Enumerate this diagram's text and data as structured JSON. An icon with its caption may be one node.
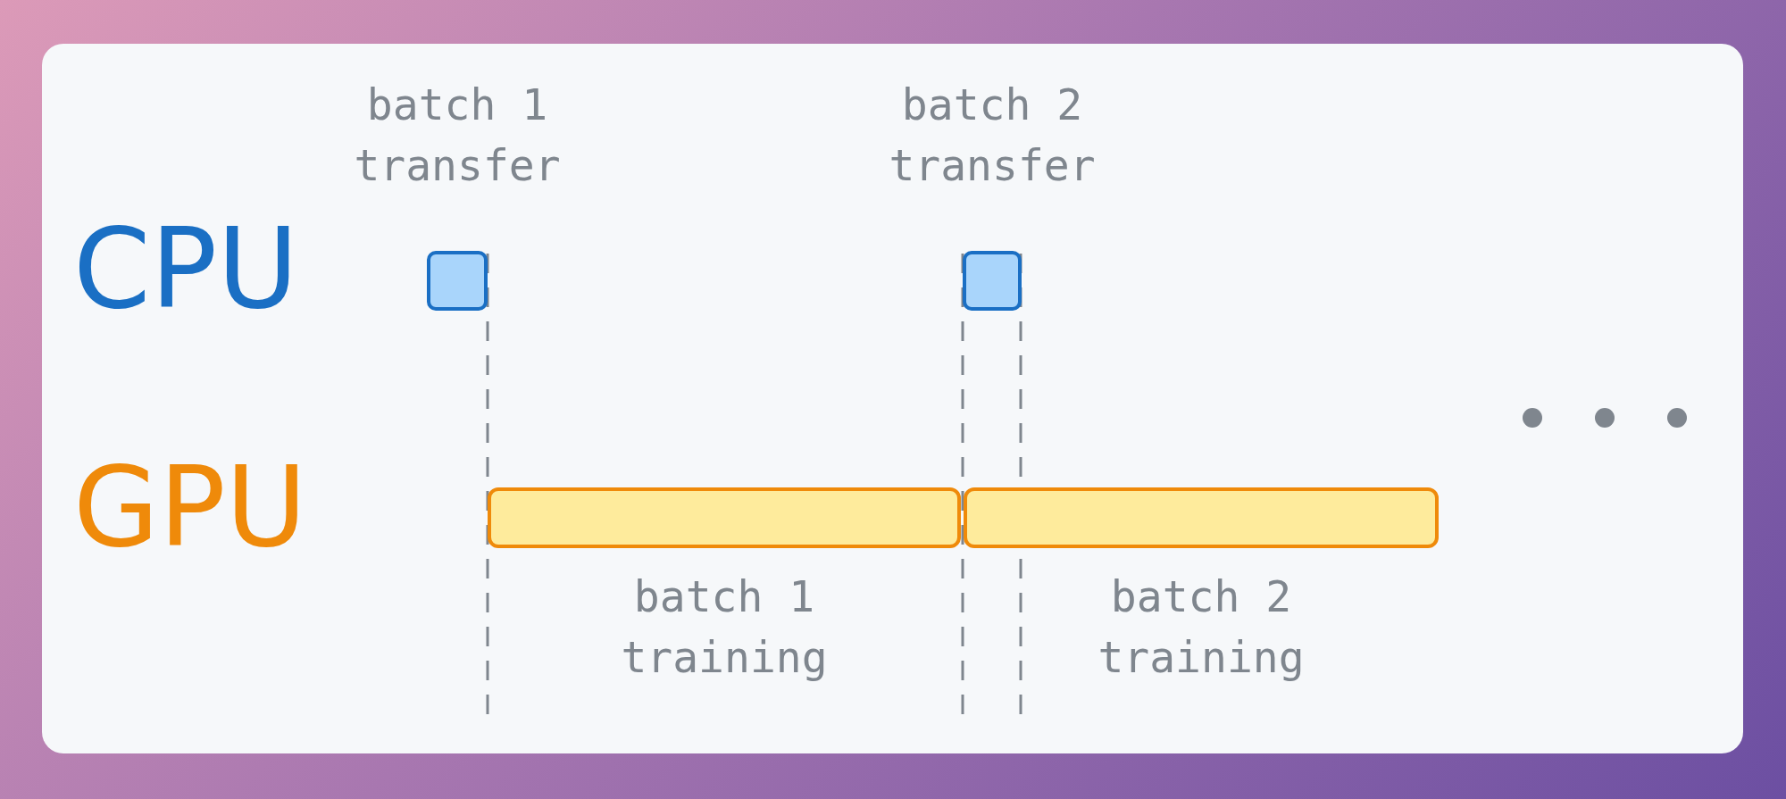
{
  "diagram": {
    "nodes": [
      {
        "text": [
          "batch 1 transfer"
        ]
      },
      {
        "text": [
          "batch 2 transfer"
        ]
      },
      {
        "text": [
          "batch 1 training"
        ]
      },
      {
        "text": [
          "batch 2 training"
        ]
      }
    ],
    "labels": [
      "CPU",
      "GPU"
    ]
  }
}
